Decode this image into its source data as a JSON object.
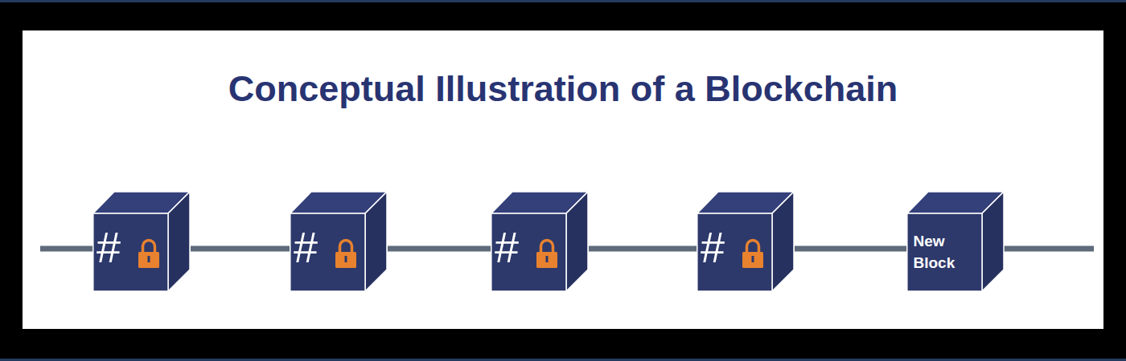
{
  "diagram": {
    "title": "Conceptual Illustration of a Blockchain",
    "nodes": [
      {
        "text": [
          "#"
        ]
      },
      {
        "text": [
          "#"
        ]
      },
      {
        "text": [
          "#"
        ]
      },
      {
        "text": [
          "#"
        ]
      },
      {
        "text": [
          "New Block"
        ]
      }
    ],
    "edges": [
      {
        "from": 0,
        "to": 1,
        "arrow": "none"
      },
      {
        "from": 1,
        "to": 2,
        "arrow": "none"
      },
      {
        "from": 2,
        "to": 3,
        "arrow": "none"
      },
      {
        "from": 3,
        "to": 4,
        "arrow": "none"
      }
    ]
  }
}
